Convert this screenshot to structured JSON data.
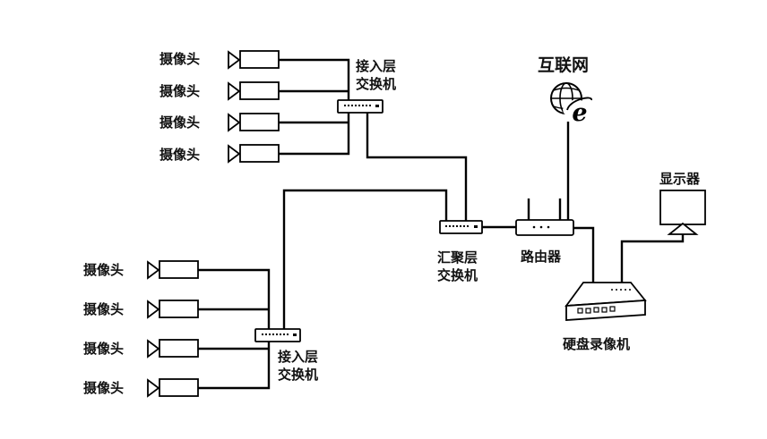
{
  "camera_label": "摄像头",
  "access_switch_line1": "接入层",
  "access_switch_line2": "交换机",
  "aggregation_switch_line1": "汇聚层",
  "aggregation_switch_line2": "交换机",
  "router_label": "路由器",
  "internet_label": "互联网",
  "monitor_label": "显示器",
  "nvr_label": "硬盘录像机"
}
